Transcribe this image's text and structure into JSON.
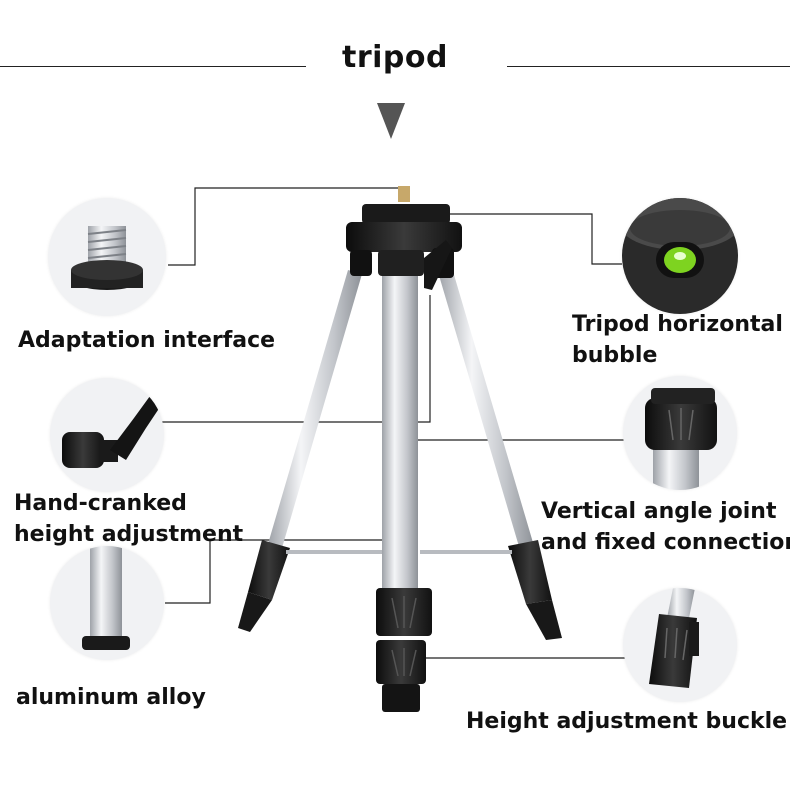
{
  "title": "tripod",
  "labels": {
    "adaptation": "Adaptation interface",
    "bubble": "Tripod horizontal\nbubble",
    "hand_crank": "Hand-cranked\nheight adjustment",
    "vertical_joint": "Vertical angle joint\nand fixed connection",
    "aluminum": "aluminum alloy",
    "buckle": "Height adjustment buckle"
  },
  "icons": {
    "arrow": "triangle-down-icon"
  },
  "colors": {
    "accent_green": "#7ed320",
    "plastic": "#1c1c1c",
    "metal": "#c9ccd0"
  }
}
